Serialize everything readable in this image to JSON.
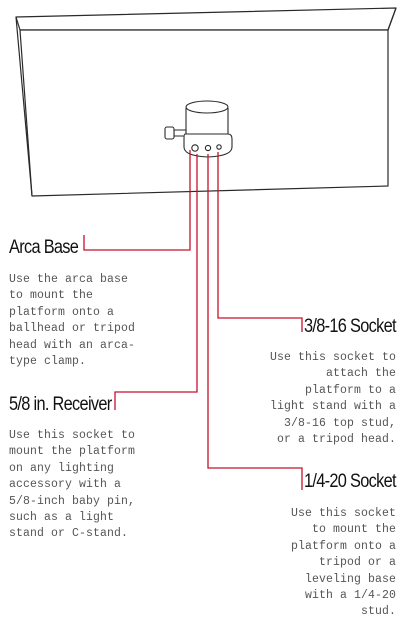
{
  "colors": {
    "accent_line": "#c8102e",
    "outline": "#2a2a2a",
    "heading": "#111111",
    "body_text": "#555555"
  },
  "labels": {
    "arca_base": {
      "title": "Arca Base",
      "description": "Use the arca base to mount the platform onto a ballhead or tripod head with an arca-type clamp."
    },
    "receiver": {
      "title": "5/8 in. Receiver",
      "description": "Use this socket to mount the platform on any lighting accessory with a 5/8-inch baby pin, such as a light stand or C-stand."
    },
    "socket_38": {
      "title": "3/8-16 Socket",
      "description": "Use this socket to attach the platform to a light stand with a 3/8-16 top stud, or a tripod head."
    },
    "socket_14": {
      "title": "1/4-20 Socket",
      "description": "Use this socket to mount the platform onto a tripod or a leveling base with a 1/4-20 stud."
    }
  }
}
